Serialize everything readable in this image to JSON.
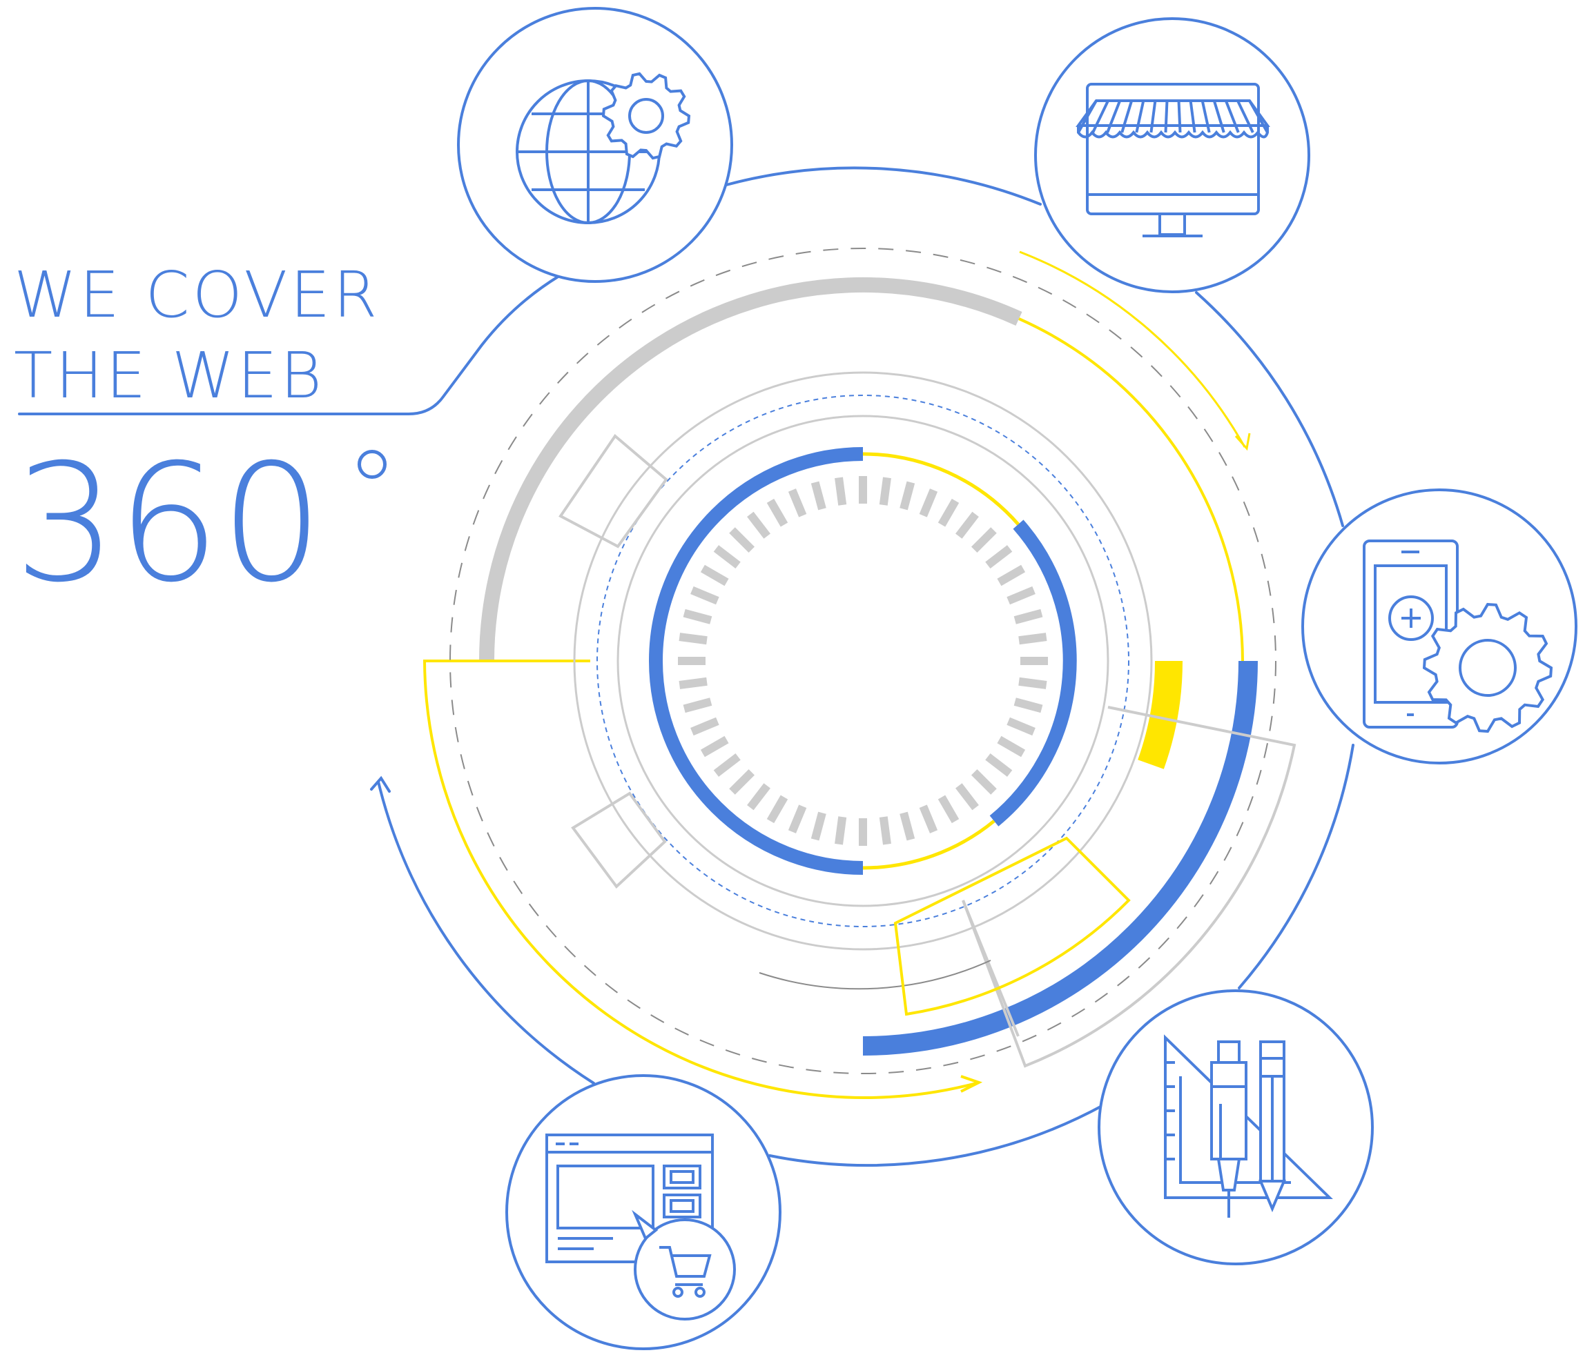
{
  "headline": {
    "line1": "WE COVER",
    "line2": "THE WEB",
    "degree_value": "360"
  },
  "colors": {
    "blue": "#4a7fdc",
    "yellow": "#ffe600",
    "gray": "#cccccc",
    "dark_gray": "#8a8a8a"
  },
  "icons": [
    "globe-gear-icon",
    "storefront-monitor-icon",
    "mobile-settings-icon",
    "design-tools-icon",
    "ecommerce-cart-icon"
  ]
}
